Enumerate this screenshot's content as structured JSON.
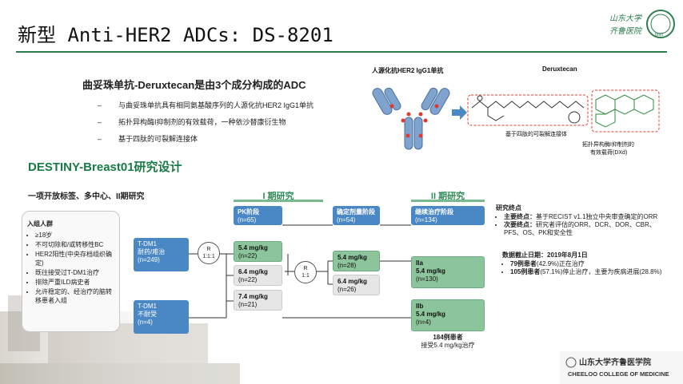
{
  "title": "新型 Anti-HER2 ADCs: DS-8201",
  "logo": {
    "text": "山东大学 齐鲁医院",
    "year": "1890"
  },
  "intro": {
    "heading": "曲妥珠单抗-Deruxtecan是由3个成分构成的ADC",
    "bullets": [
      "与曲妥珠单抗具有相同氨基酸序列的人源化抗HER2 IgG1单抗",
      "拓扑异构酶I抑制剂的有效载荷，一种依沙替康衍生物",
      "基于四肽的可裂解连接体"
    ]
  },
  "diagram": {
    "antibody_label": "人源化抗HER2 IgG1单抗",
    "drug_label": "Deruxtecan",
    "linker_label": "基于四肽的可裂解连接体",
    "payload_label": "拓扑异构酶I抑制剂的",
    "payload_label2": "有效载荷(DXd)"
  },
  "study": {
    "section_title": "DESTINY-Breast01研究设计",
    "description": "一项开放标签、多中心、II期研究",
    "phase1": "I 期研究",
    "phase2": "II 期研究",
    "inclusion": {
      "title": "入组人群",
      "items": [
        "≥18岁",
        "不可切除和/或转移性BC",
        "HER2阳性(中央存档组织确定)",
        "既往接受过T-DM1治疗",
        "排除严重ILD病史者",
        "允许稳定的、经治疗的脑转移患者入组"
      ]
    },
    "tdm1_a": {
      "line1": "T-DM1",
      "line2": "耐药/难治",
      "line3": "(n=249)"
    },
    "tdm1_b": {
      "line1": "T-DM1",
      "line2": "不耐受",
      "line3": "(n=4)"
    },
    "rand1": {
      "line1": "R",
      "line2": "1:1:1"
    },
    "rand2": {
      "line1": "R",
      "line2": "1:1"
    },
    "pk": {
      "line1": "PK阶段",
      "line2": "(n=65)"
    },
    "dose_find": {
      "line1": "确定剂量阶段",
      "line2": "(n=54)"
    },
    "continue": {
      "line1": "继续治疗阶段",
      "line2": "(n=134)"
    },
    "pk_54": {
      "line1": "5.4 mg/kg",
      "line2": "(n=22)"
    },
    "pk_64": {
      "line1": "6.4 mg/kg",
      "line2": "(n=22)"
    },
    "pk_74": {
      "line1": "7.4 mg/kg",
      "line2": "(n=21)"
    },
    "df_54": {
      "line1": "5.4 mg/kg",
      "line2": "(n=28)"
    },
    "df_64": {
      "line1": "6.4 mg/kg",
      "line2": "(n=26)"
    },
    "iia": {
      "line1": "IIa",
      "line2": "5.4 mg/kg",
      "line3": "(n=130)"
    },
    "iib": {
      "line1": "IIb",
      "line2": "5.4 mg/kg",
      "line3": "(n=4)"
    },
    "total": {
      "line1": "184例患者",
      "line2": "接受5.4 mg/kg治疗"
    }
  },
  "endpoints": {
    "title": "研究终点",
    "primary_label": "主要终点：",
    "primary": "基于RECIST v1.1独立中央审查确定的ORR",
    "secondary_label": "次要终点：",
    "secondary": "研究者评估的ORR、DCR、DOR、CBR、PFS、OS、PK和安全性",
    "cutoff_title": "数据截止日期：2019年8月1日",
    "cutoff_1_bold": "79例患者",
    "cutoff_1": "(42.9%)正在治疗",
    "cutoff_2_bold": "105例患者",
    "cutoff_2": "(57.1%)停止治疗，主要为疾病进展(28.8%)"
  },
  "footer": {
    "text": "CHEELOO COLLEGE OF MEDICINE",
    "cn": "山东大学齐鲁医学院"
  },
  "colors": {
    "accent": "#2e7d4f",
    "blue_box": "#4a87c5",
    "green_box": "#8cc49c",
    "section": "#1a7a46"
  }
}
